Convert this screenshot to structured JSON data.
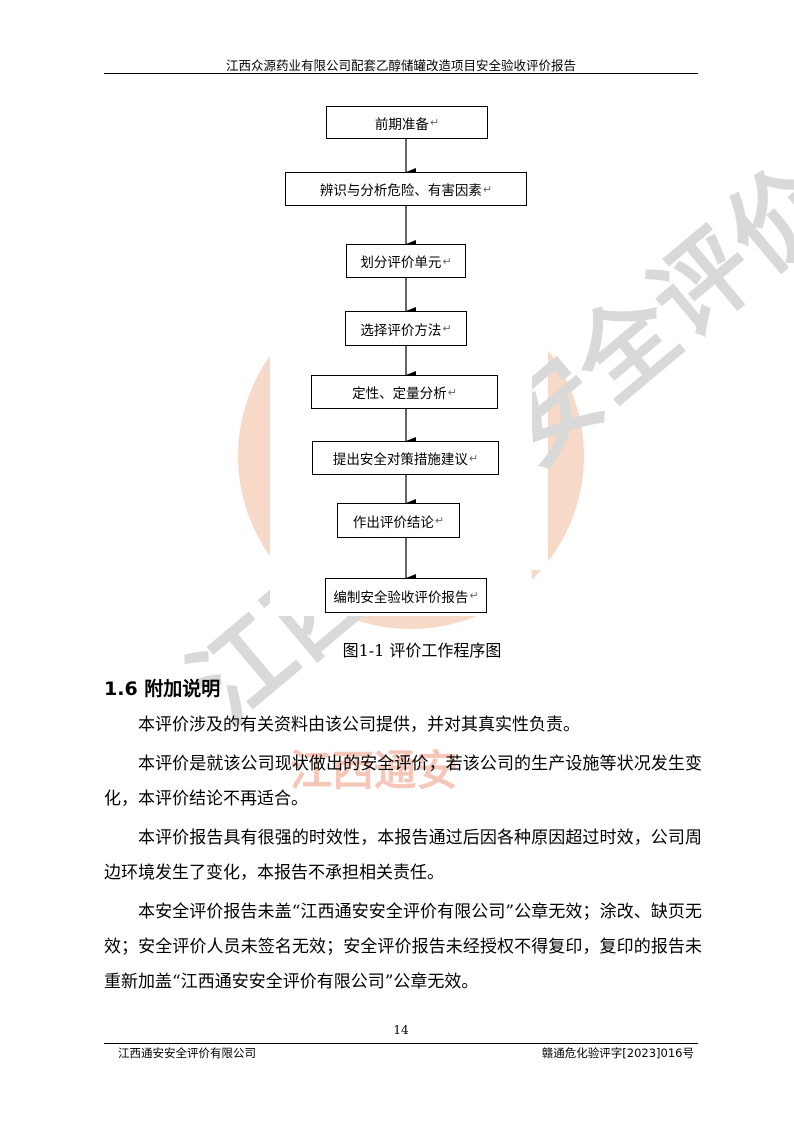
{
  "header": {
    "title": "江西众源药业有限公司配套乙醇储罐改造项目安全验收评价报告"
  },
  "watermark": {
    "text": "江西通安安全评价有限公司",
    "center": "江西通安",
    "ring_color": "#f7d9c7"
  },
  "flowchart": {
    "return_mark": "↵",
    "steps": [
      "前期准备",
      "辨识与分析危险、有害因素",
      "划分评价单元",
      "选择评价方法",
      "定性、定量分析",
      "提出安全对策措施建议",
      "作出评价结论",
      "编制安全验收评价报告"
    ]
  },
  "caption": "图1-1   评价工作程序图",
  "section": {
    "title": "1.6 附加说明"
  },
  "paragraphs": [
    "本评价涉及的有关资料由该公司提供，并对其真实性负责。",
    "本评价是就该公司现状做出的安全评价，若该公司的生产设施等状况发生变化，本评价结论不再适合。",
    "本评价报告具有很强的时效性，本报告通过后因各种原因超过时效，公司周边环境发生了变化，本报告不承担相关责任。",
    "本安全评价报告未盖“江西通安安全评价有限公司”公章无效；涂改、缺页无效；安全评价人员未签名无效；安全评价报告未经授权不得复印，复印的报告未重新加盖“江西通安安全评价有限公司”公章无效。"
  ],
  "footer": {
    "page_number": "14",
    "left": "江西通安安全评价有限公司",
    "right": "赣通危化验评字[2023]016号"
  }
}
